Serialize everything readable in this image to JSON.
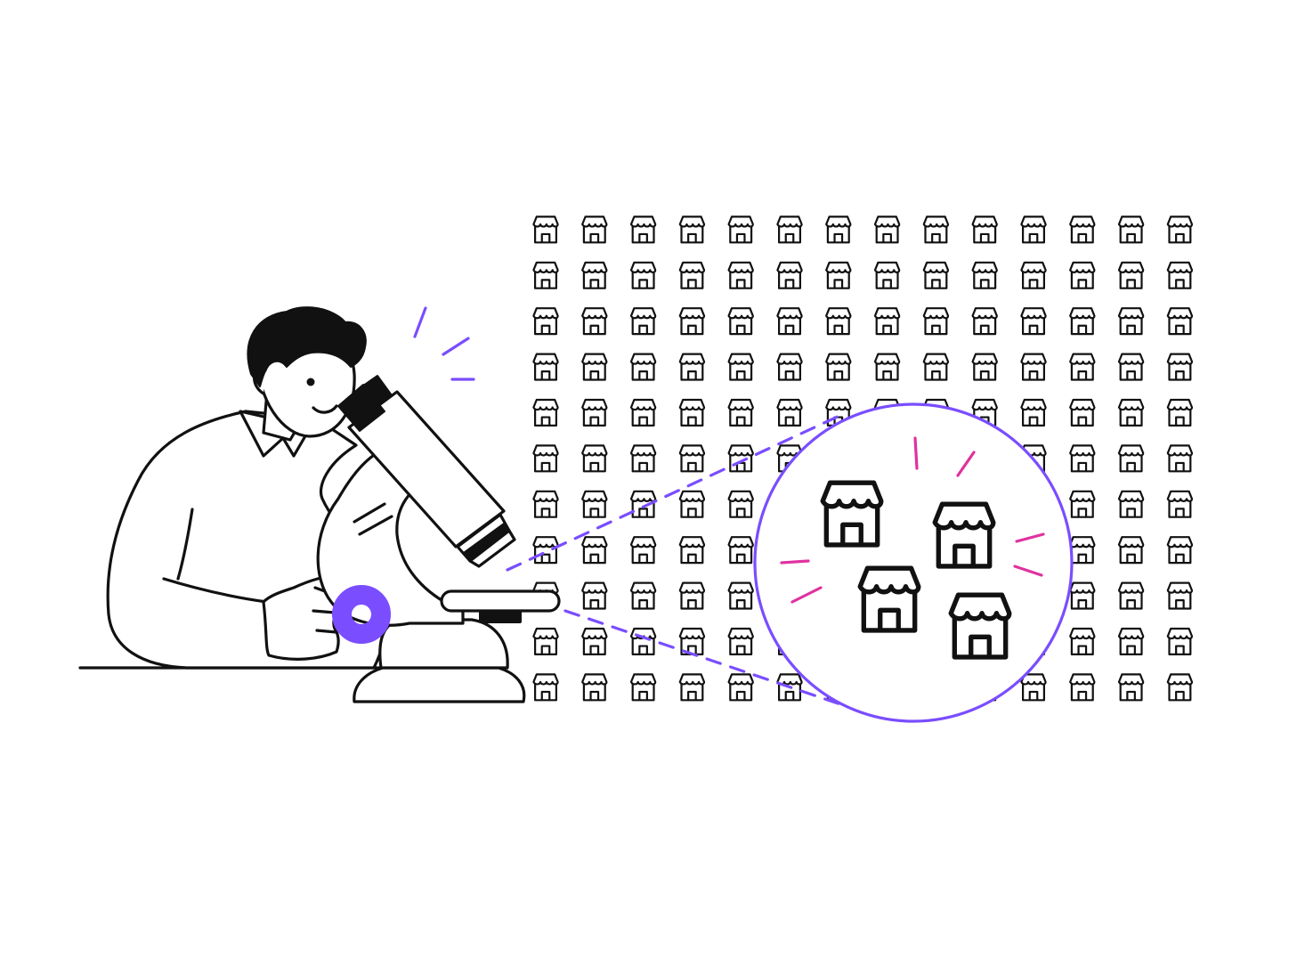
{
  "illustration": {
    "subject": "person-with-microscope",
    "icon": "storefront-icon",
    "colors": {
      "background": "#ffffff",
      "ink": "#111111",
      "accent_purple": "#7a4dff",
      "accent_magenta": "#e0319f"
    },
    "store_grid": {
      "rows": 11,
      "columns": 14
    },
    "magnified_stores_count": 4
  }
}
